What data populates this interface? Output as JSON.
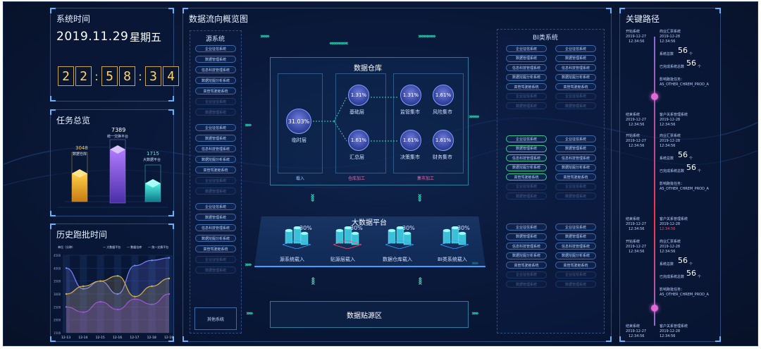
{
  "system_time": {
    "title": "系统时间",
    "date": "2019.11.29",
    "weekday": "星期五",
    "clock": [
      "2",
      "2",
      ":",
      "5",
      "8",
      ":",
      "3",
      "4"
    ]
  },
  "task_overview": {
    "title": "任务总览",
    "bars": [
      {
        "value": "3048",
        "label": "数据仓库"
      },
      {
        "value": "7389",
        "label": "统一交换平台"
      },
      {
        "value": "1715",
        "label": "大数据平台"
      }
    ]
  },
  "history": {
    "title": "历史跑批时间",
    "unit": "单位（分钟）",
    "legend": [
      "大数据平台",
      "数据仓库",
      "统一交换平台"
    ],
    "yticks": [
      "4500",
      "4000",
      "3500",
      "3000",
      "2500",
      "2000",
      "1500"
    ],
    "xticks": [
      "12-13",
      "12-14",
      "12-15",
      "12-16",
      "12-17",
      "12-18",
      "12-19"
    ]
  },
  "chart_data": {
    "type": "area",
    "categories": [
      "12-13",
      "12-14",
      "12-15",
      "12-16",
      "12-17",
      "12-18",
      "12-19"
    ],
    "yticks": [
      "4500",
      "4000",
      "3500",
      "3000",
      "2500",
      "2000",
      "1500"
    ],
    "series": [
      {
        "name": "大数据平台",
        "values": [
          4000,
          3200,
          3500,
          3000,
          4100,
          4300,
          4400
        ]
      },
      {
        "name": "数据仓库",
        "values": [
          3000,
          3300,
          3500,
          3700,
          2900,
          3300,
          3600
        ]
      },
      {
        "name": "统一交换平台",
        "values": [
          2500,
          2300,
          2700,
          2400,
          2800,
          2600,
          3000
        ]
      }
    ],
    "colors": [
      "#7b84ff",
      "#d8b34a",
      "#a056d8"
    ]
  },
  "overview": {
    "title": "数据流向概览图"
  },
  "source": {
    "title": "源系统",
    "items": [
      "企业征信系统",
      "数据管理系统",
      "信息科技管理系统",
      "数据挖掘分析系统",
      "高管驾驶舱系统"
    ],
    "other": "其他系统"
  },
  "bi": {
    "title": "BI类系统",
    "left": [
      "企业征信系统",
      "数据管理系统",
      "信息科技管理系统",
      "数据挖掘分析系统",
      "高管驾驶舱系统"
    ],
    "right": [
      "企业征信系统",
      "数据管理系统",
      "信息科技管理系统",
      "数据挖掘分析系统",
      "高管驾驶舱系统"
    ]
  },
  "warehouse": {
    "title": "数据仓库",
    "temp": {
      "pct": "31.03%",
      "label": "临时层"
    },
    "base": {
      "pct": "1.31%",
      "label": "基础层"
    },
    "summary": {
      "pct": "1.61%",
      "label": "汇总层"
    },
    "marts": [
      {
        "pct": "1.31%",
        "label": "监管集市"
      },
      {
        "pct": "1.61%",
        "label": "风险集市"
      },
      {
        "pct": "1.61%",
        "label": "决策集市"
      },
      {
        "pct": "1.61%",
        "label": "财务集市"
      }
    ],
    "sections": [
      "载入",
      "仓库加工",
      "集市加工"
    ]
  },
  "bigdata": {
    "title": "大数据平台",
    "nodes": [
      {
        "pct": "30%",
        "label": "源系统载入"
      },
      {
        "pct": "30%",
        "label": "贴源层载入"
      },
      {
        "pct": "30%",
        "label": "数据仓库载入"
      },
      {
        "pct": "30%",
        "label": "BI类系统载入"
      }
    ]
  },
  "sourcezone": {
    "title": "数据贴源区"
  },
  "keypath": {
    "title": "关键路径",
    "start": "开始系统",
    "start_sys": "商业汇票系统",
    "end": "结束系统",
    "end_sys": "客户关系管理系统",
    "d1": "2019-12-27",
    "d2": "2019-12-28",
    "time": "12:34:56",
    "total_label": "系统总数",
    "total": "56",
    "unit": "个",
    "done_label": "已完成系统总数",
    "done": "56",
    "job_label": "影响跑批任务：",
    "job": "AS_OTHER_CHREM_PROD_A"
  }
}
